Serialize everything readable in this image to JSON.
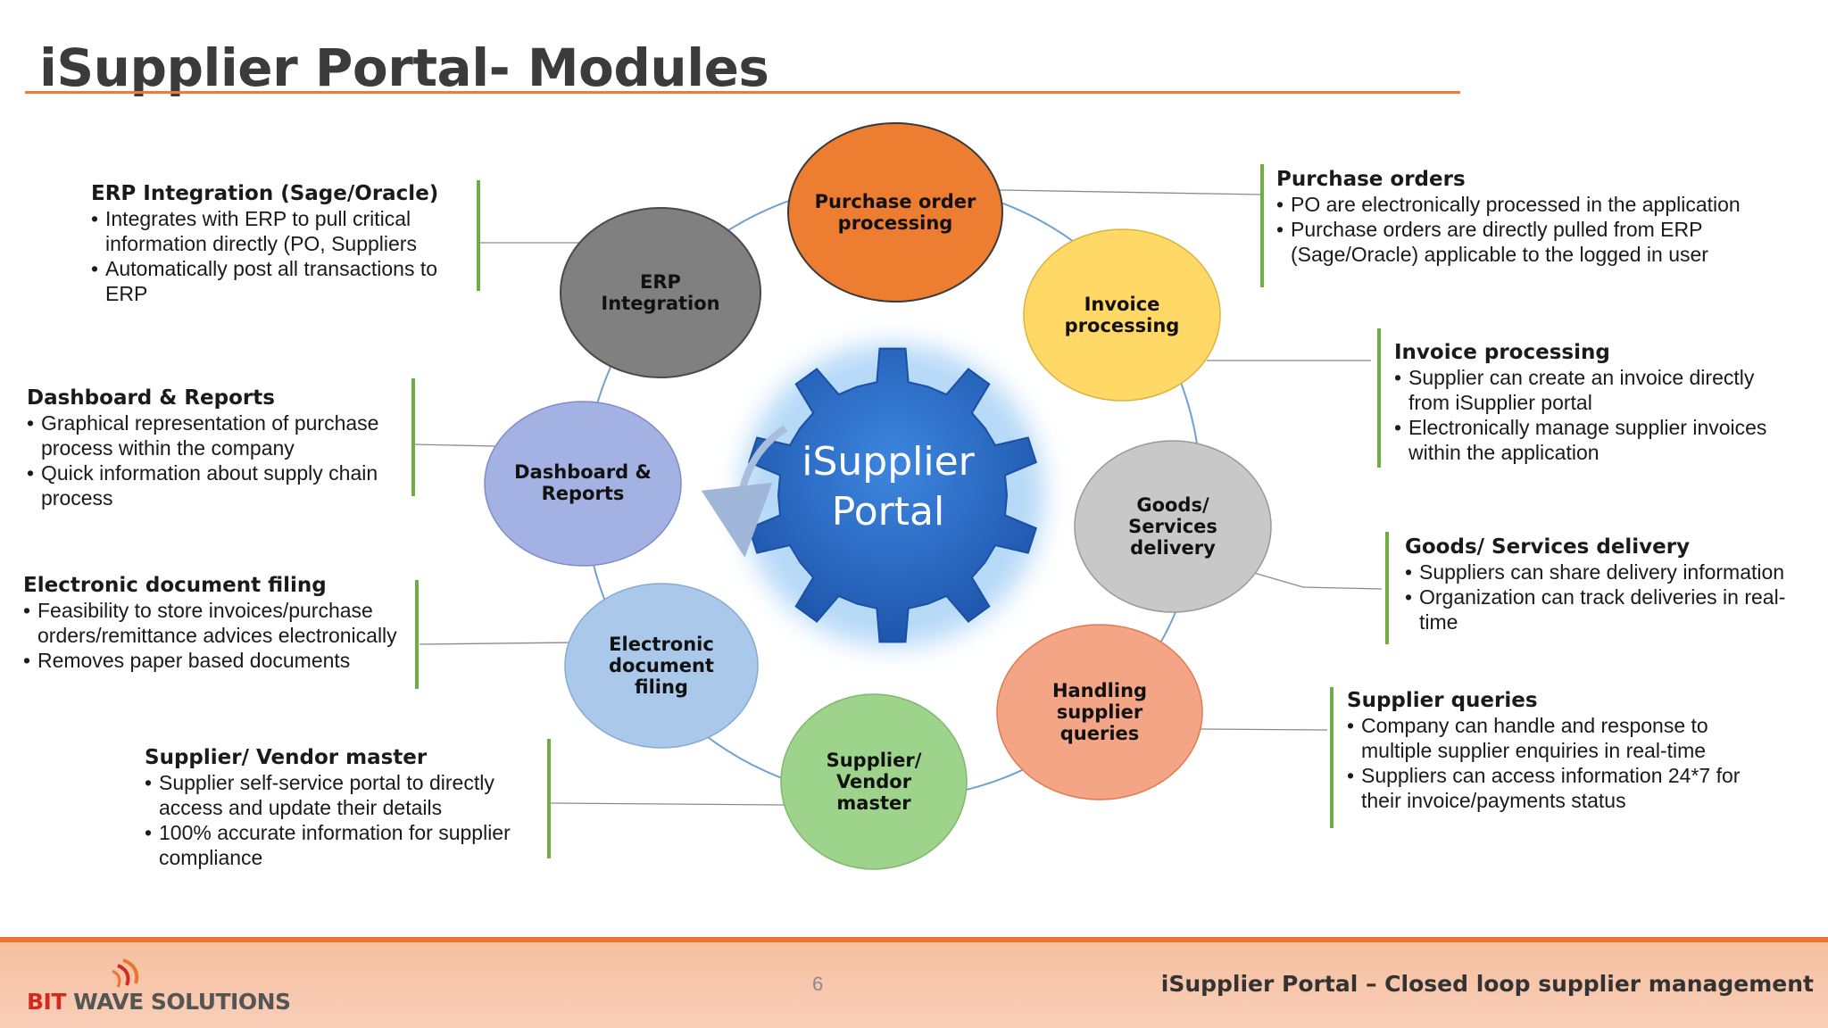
{
  "title": "iSupplier Portal- Modules",
  "center": {
    "line1": "iSupplier",
    "line2": "Portal"
  },
  "modules": [
    {
      "id": "purchase",
      "label": "Purchase order processing",
      "color": "#ed7d31"
    },
    {
      "id": "invoice",
      "label": "Invoice processing",
      "color": "#ffd866"
    },
    {
      "id": "goods",
      "label": "Goods/ Services delivery",
      "color": "#c8c8c8"
    },
    {
      "id": "queries",
      "label": "Handling supplier queries",
      "color": "#f4a585"
    },
    {
      "id": "vendor",
      "label": "Supplier/ Vendor master",
      "color": "#9dd38a"
    },
    {
      "id": "filing",
      "label": "Electronic document filing",
      "color": "#a9c8ea"
    },
    {
      "id": "dashboard",
      "label": "Dashboard & Reports",
      "color": "#a4b1e3"
    },
    {
      "id": "erp",
      "label": "ERP Integration",
      "color": "#808080"
    }
  ],
  "descriptions": {
    "erp": {
      "heading": "ERP Integration (Sage/Oracle)",
      "bullets": [
        "Integrates with ERP to pull critical information directly (PO, Suppliers",
        "Automatically post all transactions to ERP"
      ]
    },
    "dashboard": {
      "heading": "Dashboard & Reports",
      "bullets": [
        "Graphical representation of purchase process within the company",
        "Quick information about supply chain process"
      ]
    },
    "filing": {
      "heading": "Electronic document filing",
      "bullets": [
        "Feasibility to store invoices/purchase orders/remittance advices electronically",
        "Removes paper based documents"
      ]
    },
    "vendor": {
      "heading": "Supplier/ Vendor master",
      "bullets": [
        "Supplier self-service portal to directly access and update their details",
        "100% accurate information for supplier compliance"
      ]
    },
    "purchase": {
      "heading": "Purchase orders",
      "bullets": [
        "PO are electronically processed in the application",
        "Purchase orders are directly pulled from ERP (Sage/Oracle) applicable to the logged in user"
      ]
    },
    "invoice": {
      "heading": "Invoice processing",
      "bullets": [
        "Supplier can create an invoice  directly from iSupplier portal",
        "Electronically manage supplier invoices within the application"
      ]
    },
    "goods": {
      "heading": "Goods/ Services delivery",
      "bullets": [
        "Suppliers can share delivery information",
        "Organization can track deliveries in real-time"
      ]
    },
    "queries": {
      "heading": "Supplier queries",
      "bullets": [
        "Company can handle and response to multiple supplier enquiries in real-time",
        "Suppliers can access information 24*7 for their invoice/payments status"
      ]
    }
  },
  "footer": {
    "page_number": "6",
    "title": "iSupplier Portal – Closed loop supplier management",
    "logo_part1": "BIT",
    "logo_part2": "WAVE",
    "logo_part3": "SOLUTIONS"
  },
  "colors": {
    "accent": "#ed7d31",
    "divider_green": "#70ad47",
    "gear_blue": "#2f6fc7"
  }
}
